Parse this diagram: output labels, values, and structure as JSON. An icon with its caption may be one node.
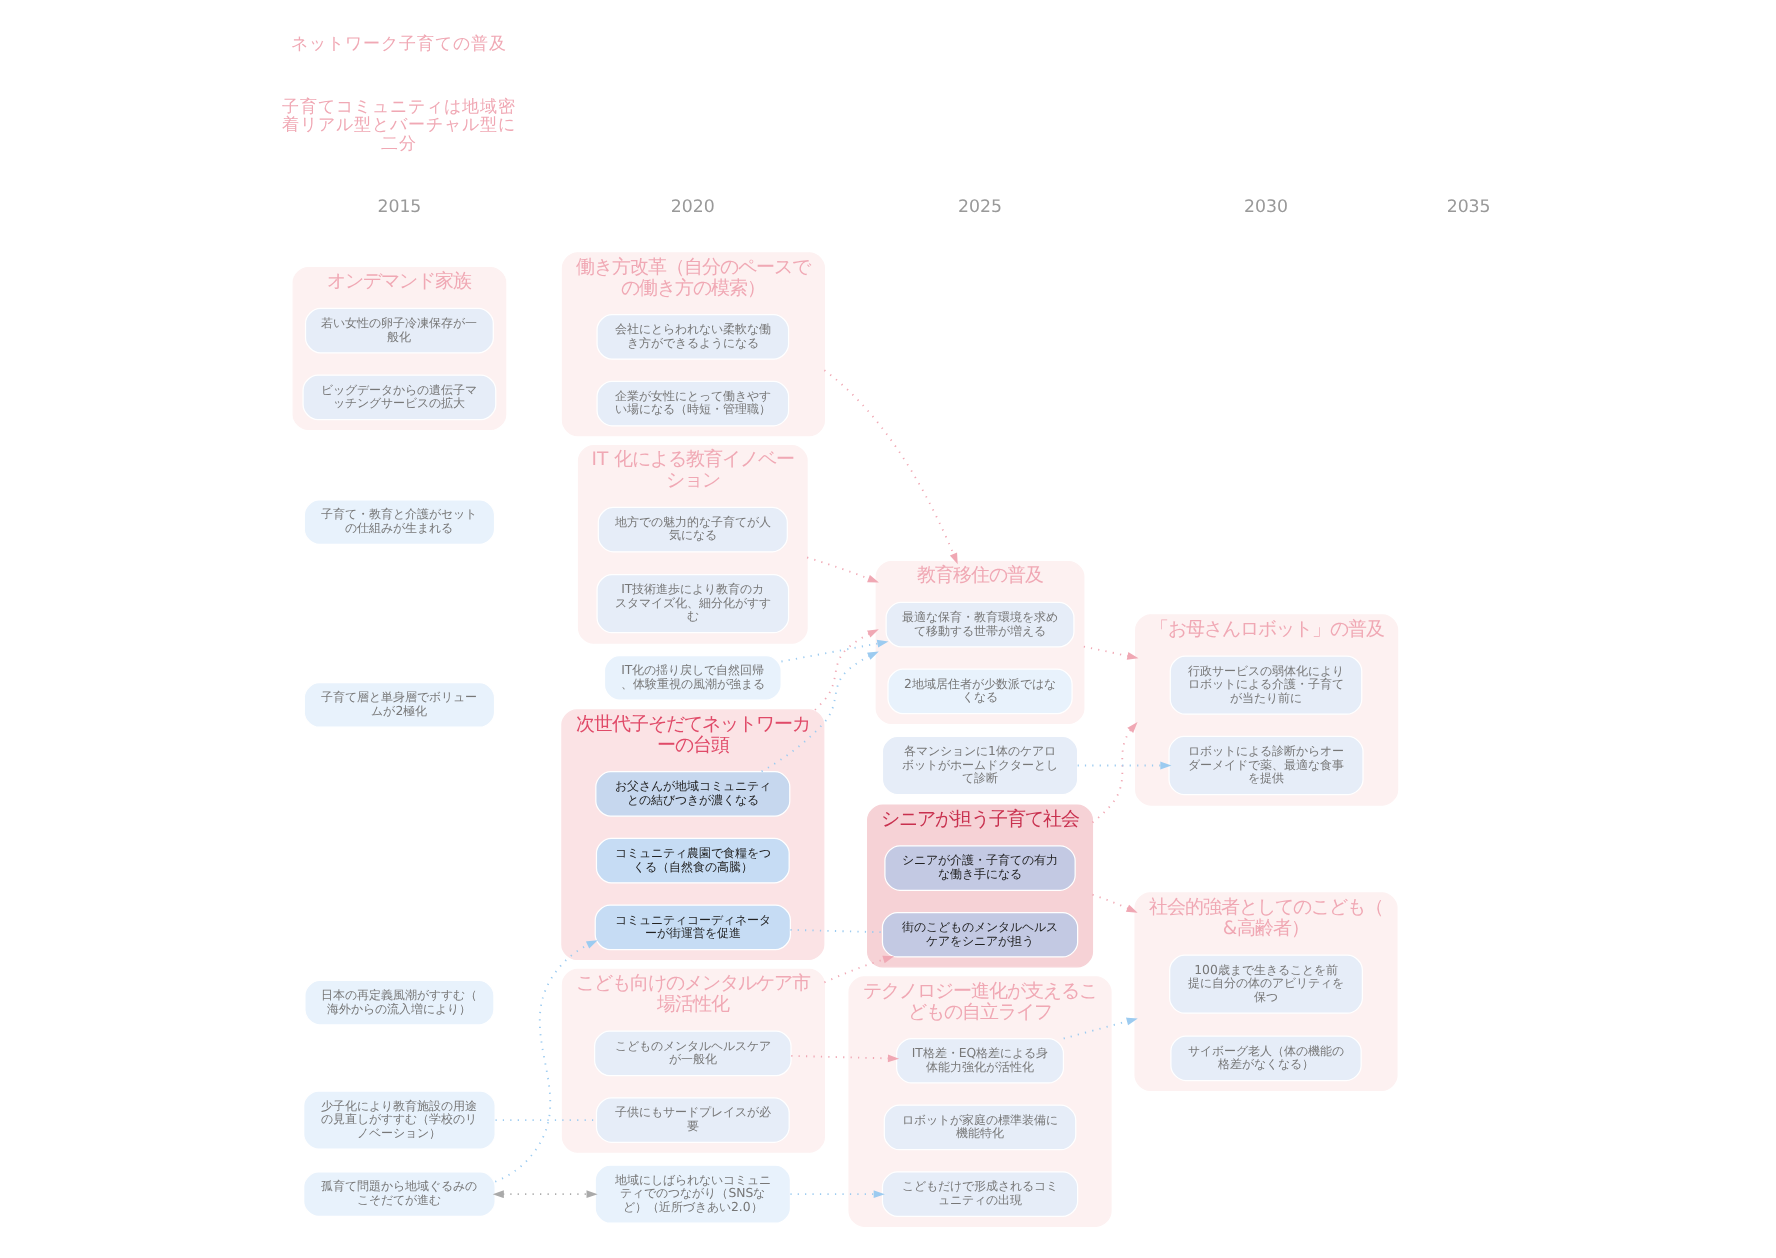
{
  "diagram": {
    "nodes": [
      {
        "text": [
          "働き方改革（自分のペースでの働き方の模索）"
        ]
      },
      {
        "text": [
          "会社にとらわれない柔軟な働き方ができるようになる"
        ],
        "in": 0
      },
      {
        "text": [
          "企業が女性にとって働きやすい場になる（時短・管理職）"
        ],
        "in": 0
      },
      {
        "text": [
          "日本の再定義風潮がすすむ（海外からの流入増により）"
        ]
      },
      {
        "text": [
          "教育移住の普及"
        ]
      },
      {
        "text": [
          "最適な保育・教育環境を求めて移動する世帯が増える"
        ],
        "in": 4
      },
      {
        "text": [
          "2地域居住者が少数派ではなくなる"
        ],
        "in": 4
      },
      {
        "text": [
          "「お母さんロボット」の普及"
        ]
      },
      {
        "text": [
          "行政サービスの弱体化によりロボットによる介護・子育てが当たり前に"
        ],
        "in": 7
      },
      {
        "text": [
          "ロボットによる診断からオーダーメイドで薬、最適な食事を提供"
        ],
        "in": 7
      },
      {
        "text": [
          "IT 化による教育イノベーション"
        ]
      },
      {
        "text": [
          "地方での魅力的な子育てが人気になる"
        ],
        "in": 10
      },
      {
        "text": [
          "IT技術進歩により教育のカスタマイズ化、細分化がすすむ"
        ],
        "in": 10
      },
      {
        "text": [
          "IT化の揺り戻しで自然回帰、体験重視の風潮が強まる"
        ]
      },
      {
        "text": [
          "子育て層と単身層でボリュームが2極化"
        ]
      },
      {
        "text": [
          "次世代子そだてネットワーカーの台頭"
        ]
      },
      {
        "text": [
          "お父さんが地域コミュニティとの結びつきが濃くなる"
        ],
        "in": 15
      },
      {
        "text": [
          "コミュニティ農園で食糧をつくる（自然食の高騰）"
        ],
        "in": 15
      },
      {
        "text": [
          "シニアが担う子育て社会"
        ]
      },
      {
        "text": [
          "シニアが介護・子育ての有力な働き手になる"
        ],
        "in": 18
      },
      {
        "text": [
          "街のこどものメンタルヘルスケアをシニアが担う"
        ],
        "in": 18
      },
      {
        "text": [
          "コミュニティコーディネーターが街運営を促進"
        ],
        "in": 15
      },
      {
        "text": [
          "少子化により教育施設の用途の見直しがすすむ（学校のリノベーション）"
        ]
      },
      {
        "text": [
          "孤育て問題から地域ぐるみのこそだてが進む"
        ]
      },
      {
        "text": [
          "地域にしばられないコミュニティでのつながり（SNSなど）（近所づきあい2.0）"
        ]
      },
      {
        "text": [
          "こども向けのメンタルケア市場活性化"
        ]
      },
      {
        "text": [
          "こどものメンタルヘルスケアが一般化"
        ],
        "in": 25
      },
      {
        "text": [
          "子供にもサードプレイスが必要"
        ],
        "in": 25
      },
      {
        "text": [
          "テクノロジー進化が支えるこどもの自立ライフ"
        ]
      },
      {
        "text": [
          "IT格差・EQ格差による身体能力強化が活性化"
        ],
        "in": 28
      },
      {
        "text": [
          "ロボットが家庭の標準装備に機能特化"
        ],
        "in": 28
      },
      {
        "text": [
          "こどもだけで形成されるコミュニティの出現"
        ],
        "in": 28
      },
      {
        "text": [
          "各マンションに1体のケアロボットがホームドクターとして診断"
        ]
      },
      {
        "text": [
          "子育て・教育と介護がセットの仕組みが生まれる"
        ]
      },
      {
        "text": [
          "社会的強者としてのこども（&高齢者）"
        ]
      },
      {
        "text": [
          "100歳まで生きることを前提に自分の体のアビリティを保つ"
        ],
        "in": 34
      },
      {
        "text": [
          "サイボーグ老人（体の機能の格差がなくなる）"
        ],
        "in": 34
      },
      {
        "text": [
          "オンデマンド家族"
        ]
      },
      {
        "text": [
          "若い女性の卵子冷凍保存が一般化"
        ],
        "in": 37
      },
      {
        "text": [
          "ビッグデータからの遺伝子マッチングサービスの拡大"
        ],
        "in": 37
      }
    ],
    "edges": [
      {
        "from": 0,
        "to": 4,
        "arrow": "to"
      },
      {
        "from": 10,
        "to": 4,
        "arrow": "to"
      },
      {
        "from": 16,
        "to": 4,
        "arrow": "to",
        "color": "#9ccbf0"
      },
      {
        "from": 13,
        "to": 5,
        "arrow": "to",
        "color": "#9ccbf0"
      },
      {
        "from": 15,
        "to": 4,
        "arrow": "to"
      },
      {
        "from": 4,
        "to": 7,
        "arrow": "to"
      },
      {
        "from": 18,
        "to": 7,
        "arrow": "to"
      },
      {
        "from": 18,
        "to": 34,
        "arrow": "to"
      },
      {
        "from": 32,
        "to": 9,
        "arrow": "to",
        "color": "#9ccbf0"
      },
      {
        "from": 21,
        "to": 20,
        "arrow": "none",
        "color": "#9ccbf0"
      },
      {
        "from": 25,
        "to": 20,
        "arrow": "to"
      },
      {
        "from": 23,
        "to": 21,
        "arrow": "to",
        "color": "#9ccbf0"
      },
      {
        "from": 22,
        "to": 27,
        "arrow": "none",
        "color": "#9ccbf0"
      },
      {
        "from": 23,
        "to": 24,
        "arrow": "both",
        "color": "#aaaaaa"
      },
      {
        "from": 26,
        "to": 29,
        "arrow": "to"
      },
      {
        "from": 29,
        "to": 34,
        "arrow": "to",
        "color": "#9ccbf0"
      },
      {
        "from": 24,
        "to": 31,
        "arrow": "to",
        "color": "#9ccbf0"
      }
    ],
    "labels": [
      "2015",
      "2020",
      "2025",
      "2030",
      "2035",
      "子育てコミュニティは地域密着リアル型とバーチャル型に二分",
      "ネットワーク子育ての普及"
    ]
  }
}
